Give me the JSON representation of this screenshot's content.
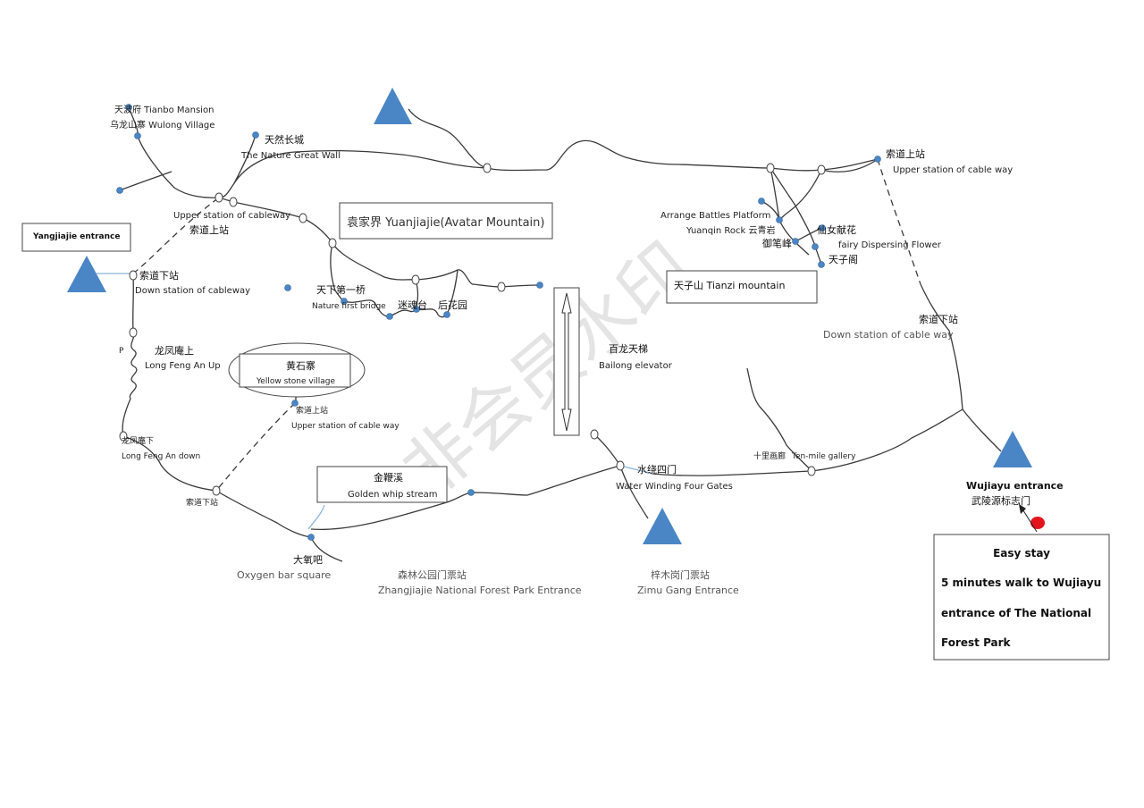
{
  "map": {
    "watermark": "非会员水印",
    "park_title": "袁家界 Yuanjiajie(Avatar Mountain)",
    "tianzi_mountain": "天子山 Tianzi mountain",
    "yellow_stone": {
      "zh": "黄石寨",
      "en": "Yellow stone village"
    },
    "golden_whip": {
      "zh": "金鞭溪",
      "en": "Golden whip stream"
    },
    "yangjiajie_entrance": "Yangjiajie entrance",
    "tianbo": "天波府 Tianbo Mansion",
    "wulong": "乌龙山寨  Wulong Village",
    "great_wall": {
      "zh": "天然长城",
      "en": "The Nature Great Wall"
    },
    "upper_station_left": {
      "en": "Upper station of cableway",
      "zh": "索道上站"
    },
    "down_station_left": {
      "zh": "索道下站",
      "en": "Down station of cableway"
    },
    "first_bridge": {
      "zh": "天下第一桥",
      "en": "Nature first bridge"
    },
    "mihun": "迷魂台",
    "houhuayuan": "后花园",
    "longfeng_up": {
      "zh": "龙凤庵上",
      "en": "Long Feng An Up",
      "p": "P"
    },
    "longfeng_down": {
      "zh": "龙凤庵下",
      "en": "Long Feng An down"
    },
    "upper_station_yellow": {
      "zh": "索道上站",
      "en": "Upper station of cable way"
    },
    "down_station_yellow": "索道下站",
    "oxygen": {
      "zh": "大氧吧",
      "en": "Oxygen bar square"
    },
    "forest_park": {
      "zh": "森林公园门票站",
      "en": "Zhangjiajie National Forest Park Entrance"
    },
    "bailong": {
      "zh": "百龙天梯",
      "en": "Bailong elevator"
    },
    "water_winding": {
      "zh": "水绕四门",
      "en": "Water Winding Four Gates"
    },
    "zimu": {
      "zh": "梓木岗门票站",
      "en": "Zimu Gang Entrance"
    },
    "ten_mile": {
      "zh": "十里画廊",
      "en": "Ten-mile gallery"
    },
    "arrange_battles": "Arrange Battles Platform",
    "yuanqin": "Yuanqin Rock  云青岩",
    "xiannv": "仙女献花",
    "fairy": "fairy Dispersing Flower",
    "yubi": "御笔峰",
    "tianzige": "天子阁",
    "upper_station_right": {
      "zh": "索道上站",
      "en": "Upper station of cable way"
    },
    "down_station_right": {
      "zh": "索道下站",
      "en": "Down station of cable way"
    },
    "wujiayu": {
      "en": "Wujiayu entrance",
      "zh": "武陵源标志门"
    },
    "info_box": {
      "title": "Easy stay",
      "line1": "5 minutes walk to Wujiayu",
      "line2": "entrance of The National",
      "line3": "Forest Park"
    }
  }
}
